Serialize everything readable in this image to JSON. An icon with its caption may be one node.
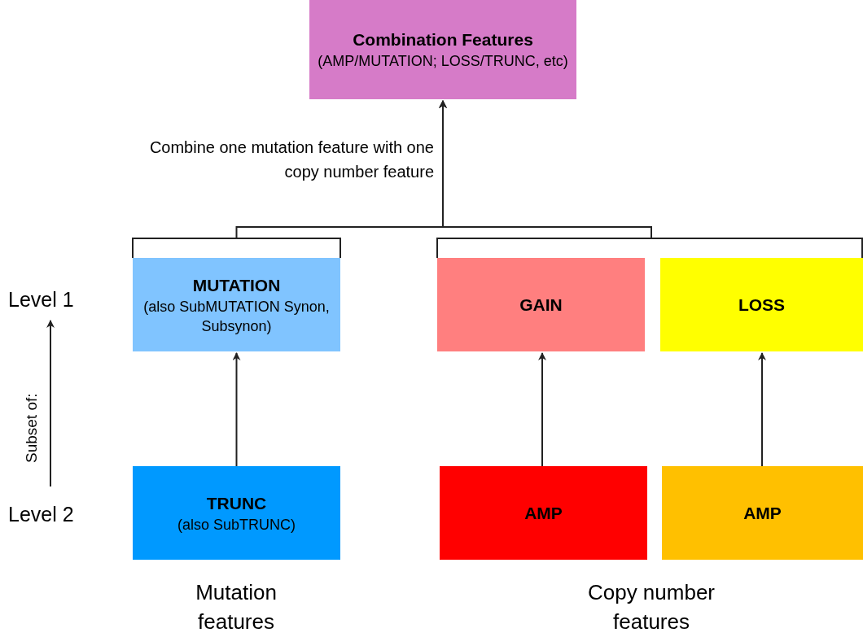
{
  "diagram": {
    "nodes": [
      {
        "text": [
          "Combination Features",
          "(AMP/MUTATION; LOSS/TRUNC, etc)"
        ]
      },
      {
        "text": [
          "MUTATION",
          "(also SubMUTATION Synon, Subsynon)"
        ]
      },
      {
        "text": [
          "GAIN"
        ]
      },
      {
        "text": [
          "LOSS"
        ]
      },
      {
        "text": [
          "TRUNC",
          "(also SubTRUNC)"
        ]
      },
      {
        "text": [
          "AMP"
        ]
      },
      {
        "text": [
          "AMP"
        ]
      }
    ],
    "edges": [
      {
        "from": 1,
        "to": 0,
        "arrow": "to",
        "label": "Combine one mutation feature with one copy number feature"
      },
      {
        "from": 2,
        "to": 0,
        "arrow": "to"
      },
      {
        "from": 3,
        "to": 0,
        "arrow": "to"
      },
      {
        "from": 4,
        "to": 1,
        "arrow": "to"
      },
      {
        "from": 5,
        "to": 2,
        "arrow": "to"
      },
      {
        "from": 6,
        "to": 3,
        "arrow": "to"
      }
    ],
    "labels": [
      "Level 1",
      "Subset of:",
      "Level 2",
      "Mutation features",
      "Copy number features"
    ]
  }
}
